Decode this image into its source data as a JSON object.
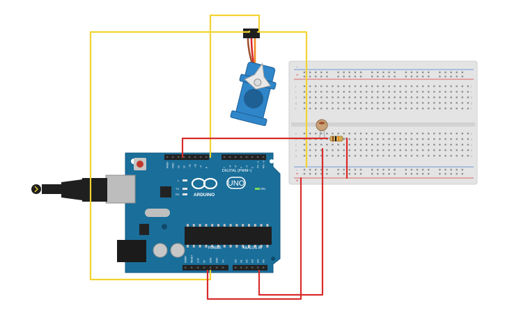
{
  "arduino": {
    "brand": "ARDUINO",
    "model": "UNO",
    "digital_header": "DIGITAL (PWM~)",
    "power_header": "POWER",
    "analog_header": "ANALOG IN",
    "on_label": "ON",
    "tx_label": "TX",
    "rx_label": "RX",
    "l_label": "L",
    "digital_pins": [
      "AREF",
      "GND",
      "13",
      "12",
      "~11",
      "~10",
      "~9",
      "8",
      "7",
      "~6",
      "~5",
      "4",
      "~3",
      "2",
      "TX→1",
      "RX←0"
    ],
    "power_pins": [
      "IOREF",
      "RESET",
      "3.3V",
      "5V",
      "GND",
      "GND",
      "Vin"
    ],
    "analog_pins": [
      "A0",
      "A1",
      "A2",
      "A3",
      "A4",
      "A5"
    ]
  },
  "breadboard": {
    "row_letters_top": [
      "j",
      "i",
      "h",
      "g",
      "f"
    ],
    "row_letters_bottom": [
      "e",
      "d",
      "c",
      "b",
      "a"
    ],
    "rail_plus": "+",
    "rail_minus": "-",
    "columns": 30
  },
  "colors": {
    "wire_yellow": "#f2d332",
    "wire_red": "#d92b2b",
    "arduino_blue": "#1a6e9a",
    "servo_blue": "#2f86c9",
    "breadboard": "#e6e6e6"
  },
  "icons": {
    "usb_cable": "usb-cable-icon",
    "servo": "servo-motor-icon",
    "photoresistor": "photoresistor-icon",
    "resistor": "resistor-icon"
  }
}
